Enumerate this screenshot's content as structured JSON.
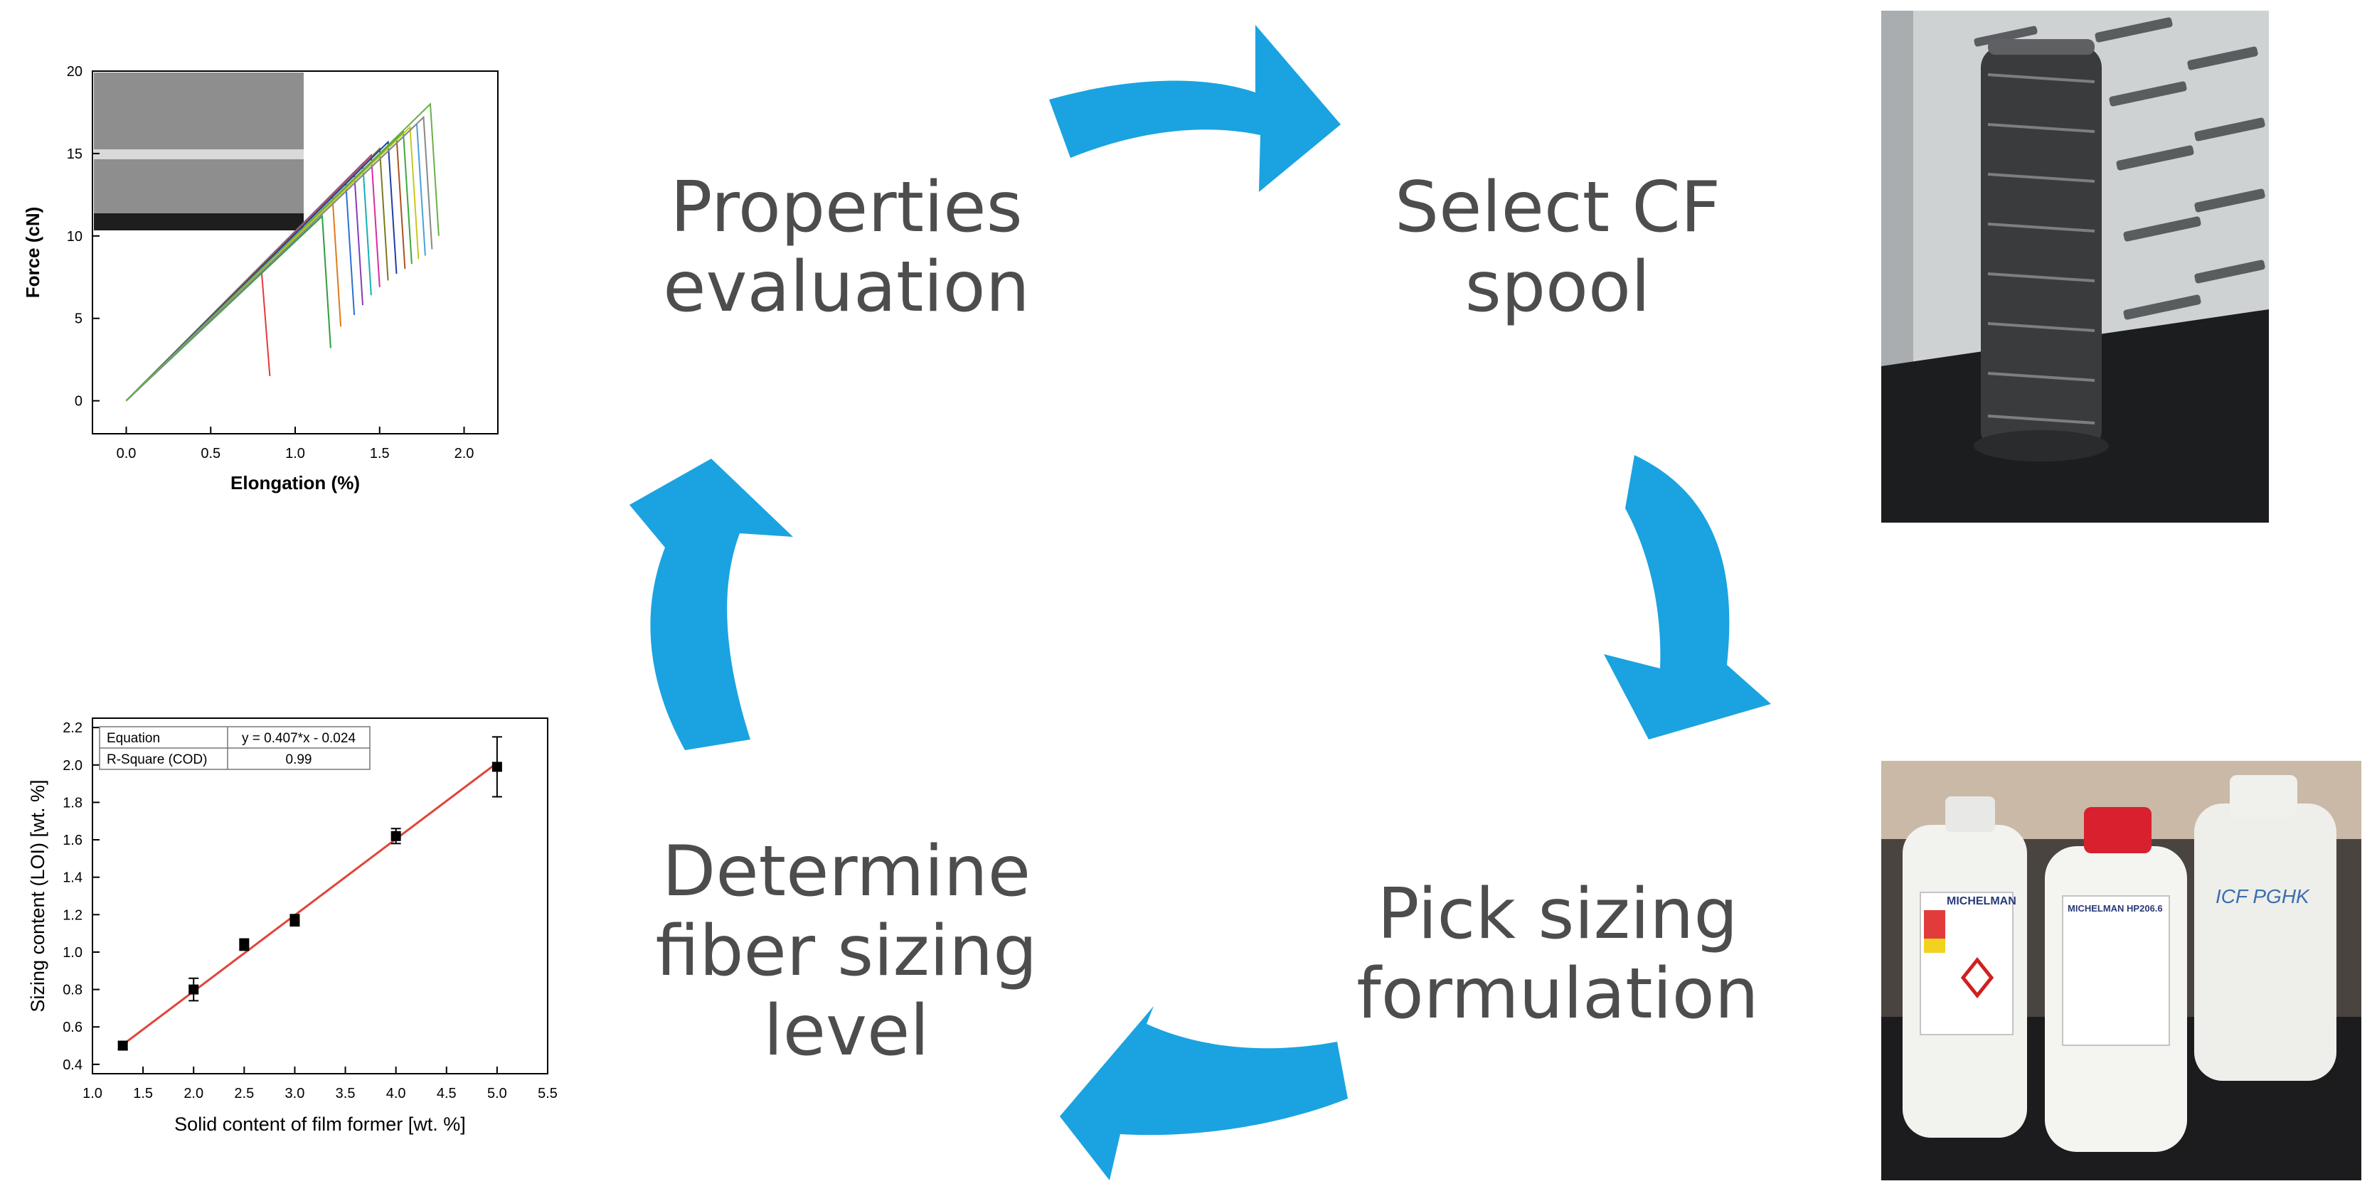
{
  "stages": {
    "properties": [
      "Properties",
      "evaluation"
    ],
    "spool": [
      "Select CF",
      "spool"
    ],
    "sizing": [
      "Pick sizing",
      "formulation"
    ],
    "level": [
      "Determine",
      "fiber sizing",
      "level"
    ]
  },
  "colors": {
    "arrow": "#1aa3e0",
    "label": "#4d4d4d",
    "fitline": "#e0443a"
  },
  "photos": {
    "bottles": {
      "brand_text": "MICHELMAN",
      "product_text": "MICHELMAN HP206.6",
      "handwriting": "ICF PGHK"
    }
  },
  "chart_data": [
    {
      "type": "line",
      "title": "",
      "xlabel": "Elongation (%)",
      "ylabel": "Force (cN)",
      "xlim": [
        -0.2,
        2.2
      ],
      "ylim": [
        -2,
        20
      ],
      "xticks": [
        "0.0",
        "0.5",
        "1.0",
        "1.5",
        "2.0"
      ],
      "yticks": [
        "0",
        "5",
        "10",
        "15",
        "20"
      ],
      "inset": "SEM micrograph of carbon fiber",
      "series_peaks": [
        {
          "x": 0.8,
          "y": 8.0,
          "color": "#e5393a"
        },
        {
          "x": 1.16,
          "y": 11.2,
          "color": "#2e9e3e"
        },
        {
          "x": 1.22,
          "y": 12.5,
          "color": "#e07a1f"
        },
        {
          "x": 1.3,
          "y": 13.2,
          "color": "#2c6fd6"
        },
        {
          "x": 1.35,
          "y": 13.8,
          "color": "#8a3cb4"
        },
        {
          "x": 1.4,
          "y": 14.4,
          "color": "#17b0b0"
        },
        {
          "x": 1.45,
          "y": 14.9,
          "color": "#d62ea3"
        },
        {
          "x": 1.5,
          "y": 15.3,
          "color": "#7a7a20"
        },
        {
          "x": 1.55,
          "y": 15.7,
          "color": "#1f3fa8"
        },
        {
          "x": 1.6,
          "y": 16.0,
          "color": "#a8541f"
        },
        {
          "x": 1.64,
          "y": 16.3,
          "color": "#3ea83e"
        },
        {
          "x": 1.68,
          "y": 16.6,
          "color": "#c8c820"
        },
        {
          "x": 1.72,
          "y": 16.8,
          "color": "#4aa0e0"
        },
        {
          "x": 1.76,
          "y": 17.2,
          "color": "#888888"
        },
        {
          "x": 1.8,
          "y": 18.0,
          "color": "#6ab04c"
        }
      ]
    },
    {
      "type": "scatter",
      "title": "",
      "xlabel": "Solid content of film former [wt. %]",
      "ylabel": "Sizing content (LOI) [wt. %]",
      "xlim": [
        1.0,
        5.5
      ],
      "ylim": [
        0.35,
        2.25
      ],
      "xticks": [
        "1.0",
        "1.5",
        "2.0",
        "2.5",
        "3.0",
        "3.5",
        "4.0",
        "4.5",
        "5.0",
        "5.5"
      ],
      "yticks": [
        "0.4",
        "0.6",
        "0.8",
        "1.0",
        "1.2",
        "1.4",
        "1.6",
        "1.8",
        "2.0",
        "2.2"
      ],
      "points": [
        {
          "x": 1.3,
          "y": 0.5,
          "err": 0.02
        },
        {
          "x": 2.0,
          "y": 0.8,
          "err": 0.06
        },
        {
          "x": 2.5,
          "y": 1.04,
          "err": 0.03
        },
        {
          "x": 3.0,
          "y": 1.17,
          "err": 0.03
        },
        {
          "x": 4.0,
          "y": 1.62,
          "err": 0.04
        },
        {
          "x": 5.0,
          "y": 1.99,
          "err": 0.16
        }
      ],
      "fit": {
        "slope": 0.407,
        "intercept": -0.024
      },
      "table": {
        "rows": [
          {
            "label": "Equation",
            "value": "y = 0.407*x - 0.024"
          },
          {
            "label": "R-Square (COD)",
            "value": "0.99"
          }
        ]
      }
    }
  ]
}
